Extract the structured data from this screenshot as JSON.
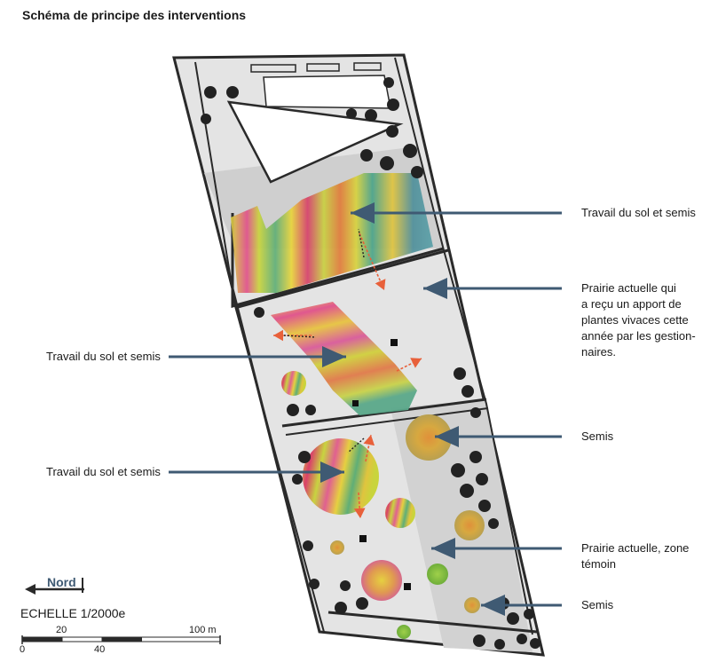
{
  "title": "Schéma de principe des interventions",
  "callouts": {
    "right_1": "Travail du sol et semis",
    "right_2_lines": [
      "Prairie actuelle qui",
      "a reçu un apport de",
      "plantes vivaces cette",
      "année par les gestion-",
      "naires."
    ],
    "right_3": "Semis",
    "right_4_lines": [
      "Prairie actuelle, zone",
      "témoin"
    ],
    "right_5": "Semis",
    "left_1": "Travail du sol et semis",
    "left_2": "Travail du sol et semis"
  },
  "north": {
    "label": "Nord"
  },
  "scale": {
    "text": "ECHELLE 1/2000e",
    "ticks_top": [
      "20",
      "100 m"
    ],
    "ticks_bottom": [
      "0",
      "40"
    ]
  },
  "colors": {
    "arrow": "#3f5a73",
    "direction_arrow": "#e8603a",
    "outline": "#2a2a2a"
  }
}
